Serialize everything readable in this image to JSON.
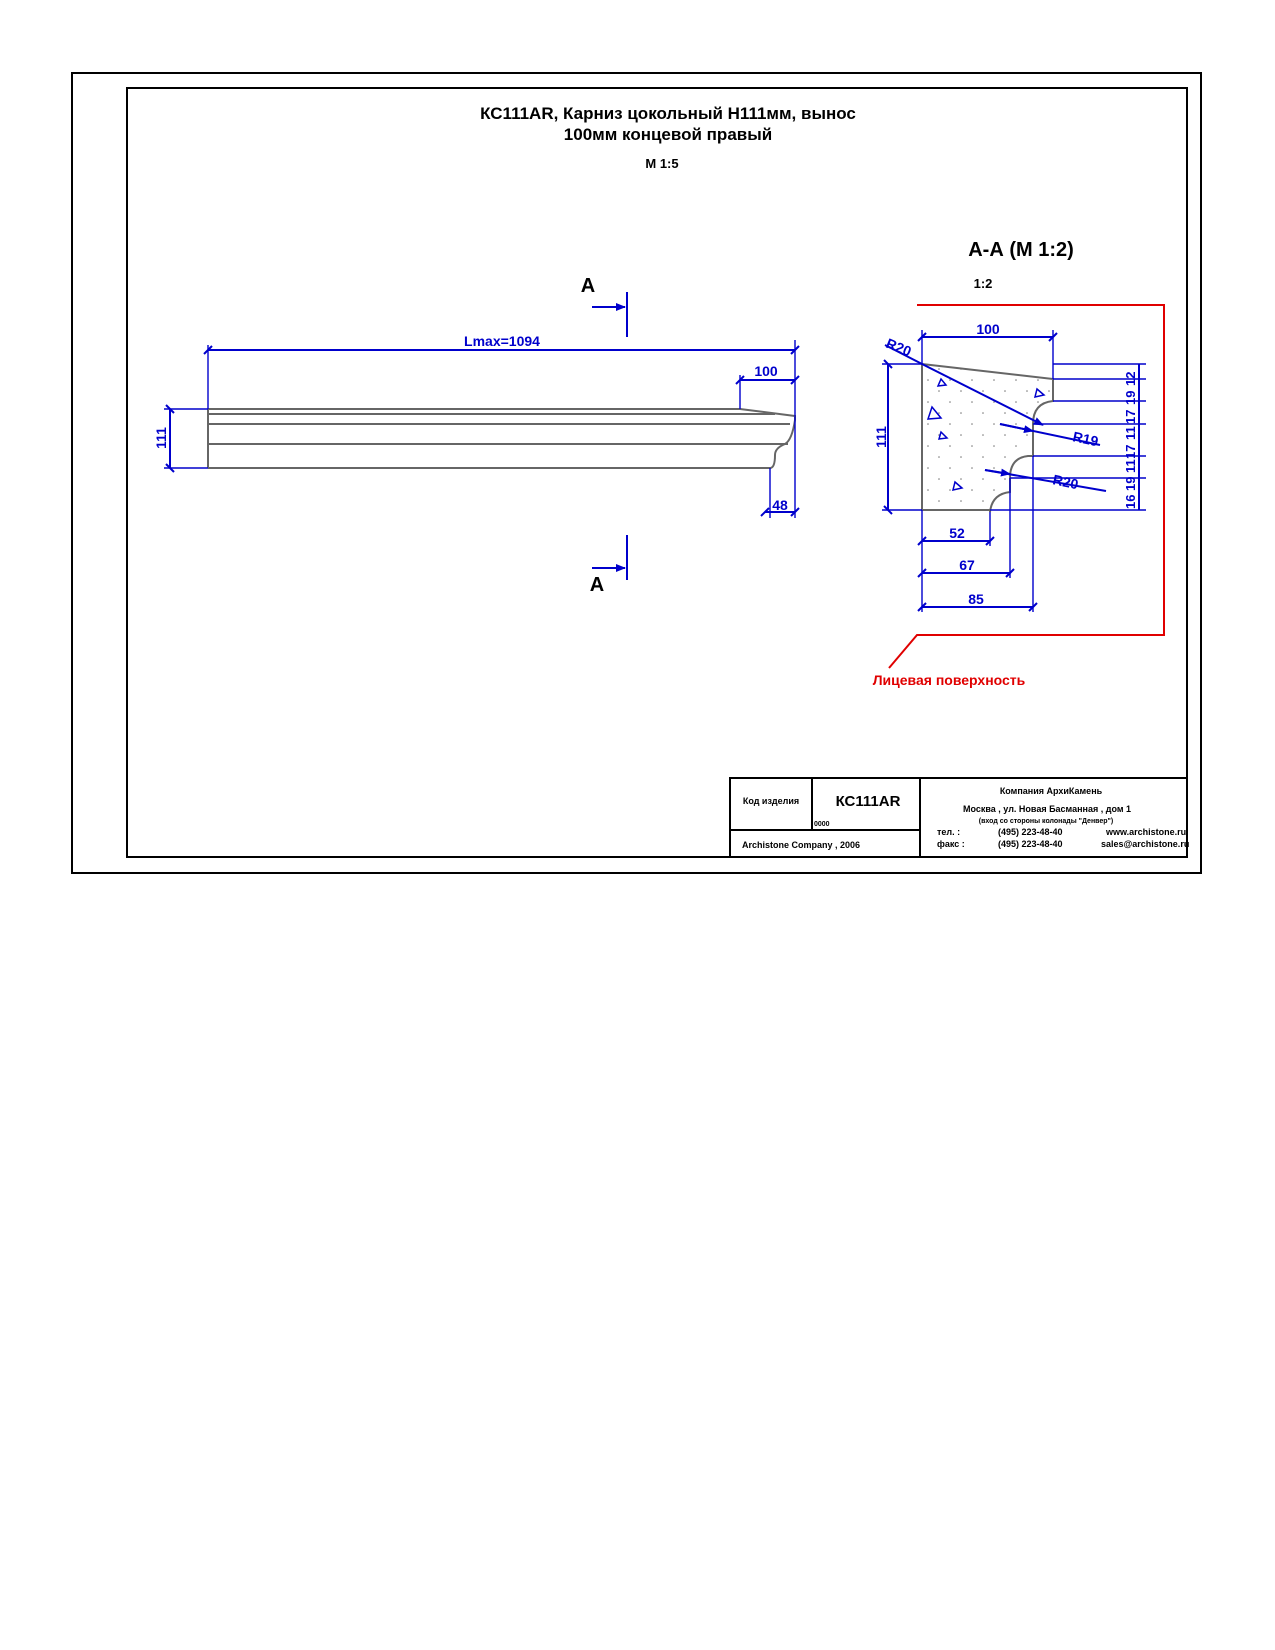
{
  "title": {
    "line1": "КС111AR, Карниз цокольный Н111мм, вынос",
    "line2": "100мм концевой правый",
    "scale": "М 1:5"
  },
  "side_view": {
    "section_mark": "А",
    "length_label": "Lmax=1094",
    "height_label": "111",
    "overhang_label": "100",
    "bottom_label": "48"
  },
  "section_view": {
    "title": "А-А (М 1:2)",
    "scale_note": "1:2",
    "width_top": "100",
    "height": "111",
    "radius_top_left": "R20",
    "radius_mid": "R19",
    "radius_low": "R20",
    "bottom_dims": [
      "52",
      "67",
      "85"
    ],
    "right_dims": [
      "16",
      "19",
      "11",
      "17",
      "11",
      "17",
      "19",
      "12"
    ],
    "face_label": "Лицевая поверхность"
  },
  "stamp": {
    "code_label": "Код изделия",
    "code": "КС111AR",
    "code_sub": "0000",
    "copyright": "Archistone  Company ,  2006",
    "company": "Компания  АрхиКамень",
    "address": "Москва , ул. Новая Басманная , дом 1",
    "entrance_note": "(вход со стороны колонады \"Денвер\")",
    "phone_label": "тел.    :",
    "phone": "(495) 223-48-40",
    "fax_label": "факс :",
    "fax": "(495) 223-48-40",
    "website": "www.archistone.ru",
    "email": "sales@archistone.ru"
  },
  "colors": {
    "dimension": "#0000cc",
    "face_marker": "#e00000",
    "outline": "#666666",
    "frame": "#000000"
  }
}
